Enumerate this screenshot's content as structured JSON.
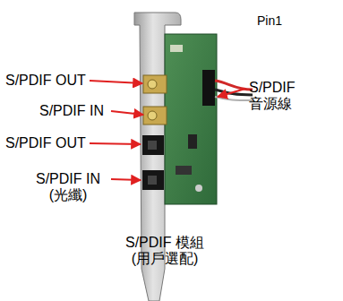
{
  "diagram": {
    "caption": "S/PDIF 模組 (用戶選配)",
    "labels": [
      "Pin1",
      "S/PDIF OUT",
      "S/PDIF IN",
      "S/PDIF 音源線",
      "S/PDIF OUT",
      "S/PDIF IN (光纖)"
    ]
  }
}
